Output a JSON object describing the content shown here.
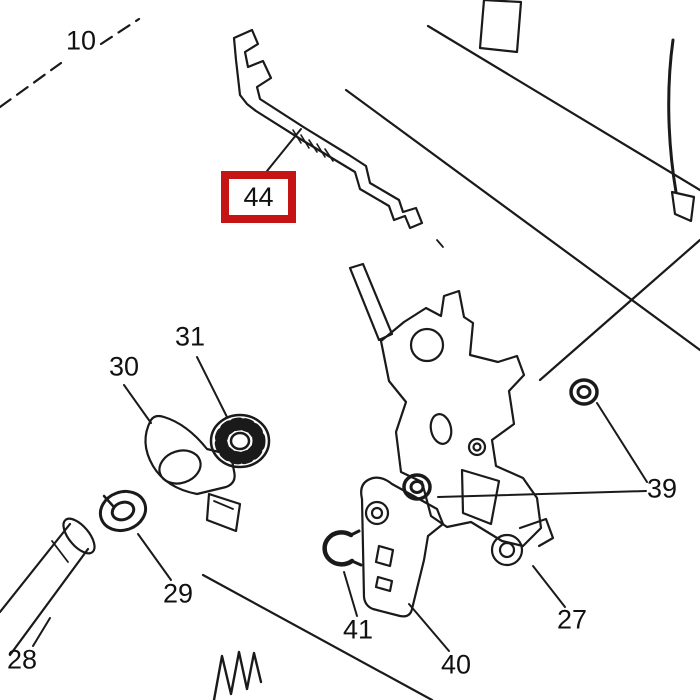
{
  "diagram": {
    "type": "exploded-parts-diagram",
    "background": "#ffffff",
    "line_color": "#1a1a1a",
    "highlighted_part": "44",
    "highlight_color": "#c41414",
    "labels": {
      "p10": "10",
      "p27": "27",
      "p28": "28",
      "p29": "29",
      "p30": "30",
      "p31": "31",
      "p39": "39",
      "p40": "40",
      "p41": "41",
      "p44": "44"
    }
  }
}
